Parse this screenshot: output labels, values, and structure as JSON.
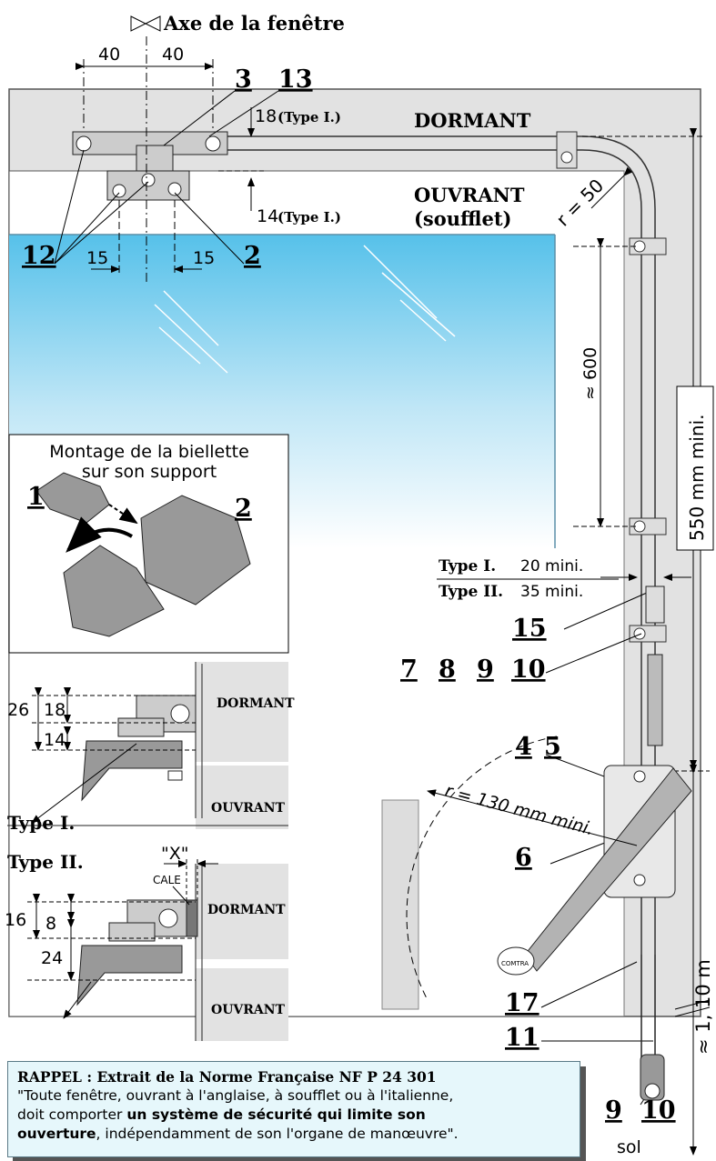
{
  "axis_label": "Axe de la fenêtre",
  "dims": {
    "d40a": "40",
    "d40b": "40",
    "d15a": "15",
    "d15b": "15",
    "d18": "18",
    "d14": "14",
    "type_i_suffix": "(Type I.)",
    "r50": "r = 50",
    "d600": "≈ 600",
    "d550": "550 mm mini.",
    "r130": "r = 130 mm mini.",
    "d110": "≈ 1, 10 m",
    "d26": "26",
    "d18b": "18",
    "d14b": "14",
    "d16": "16",
    "d8": "8",
    "d24": "24",
    "x": "\"X\""
  },
  "labels": {
    "dormant": "DORMANT",
    "ouvrant": "OUVRANT",
    "soufflet": "(soufflet)",
    "montage_line1": "Montage de la biellette",
    "montage_line2": "sur son support",
    "type1_spec_bold": "Type I.",
    "type1_spec": "20 mini.",
    "type2_spec_bold": "Type II.",
    "type2_spec": "35 mini.",
    "type1": "Type I.",
    "type2": "Type II.",
    "cale": "CALE",
    "brand": "COMTRA",
    "sol": "sol"
  },
  "refs": {
    "r3": "3",
    "r13": "13",
    "r12": "12",
    "r2": "2",
    "r1": "1",
    "r2b": "2",
    "r15": "15",
    "r7": "7",
    "r8": "8",
    "r9": "9",
    "r10": "10",
    "r4": "4",
    "r5": "5",
    "r6": "6",
    "r17": "17",
    "r11": "11",
    "r9b": "9",
    "r10b": "10"
  },
  "note": {
    "heading": "RAPPEL : Extrait de la Norme Française NF P 24 301",
    "line1": "\"Toute fenêtre, ouvrant à l'anglaise, à soufflet ou à l'italienne,",
    "line2_a": "doit comporter ",
    "line2_b": "un système de sécurité qui limite son",
    "line3_a": "ouverture",
    "line3_b": ", indépendamment de son l'organe de manœuvre\"."
  },
  "colors": {
    "frame": "#e2e2e2",
    "glass_top": "#56c1ea",
    "glass_bottom": "#ffffff",
    "note_bg": "#e6f7fb"
  }
}
